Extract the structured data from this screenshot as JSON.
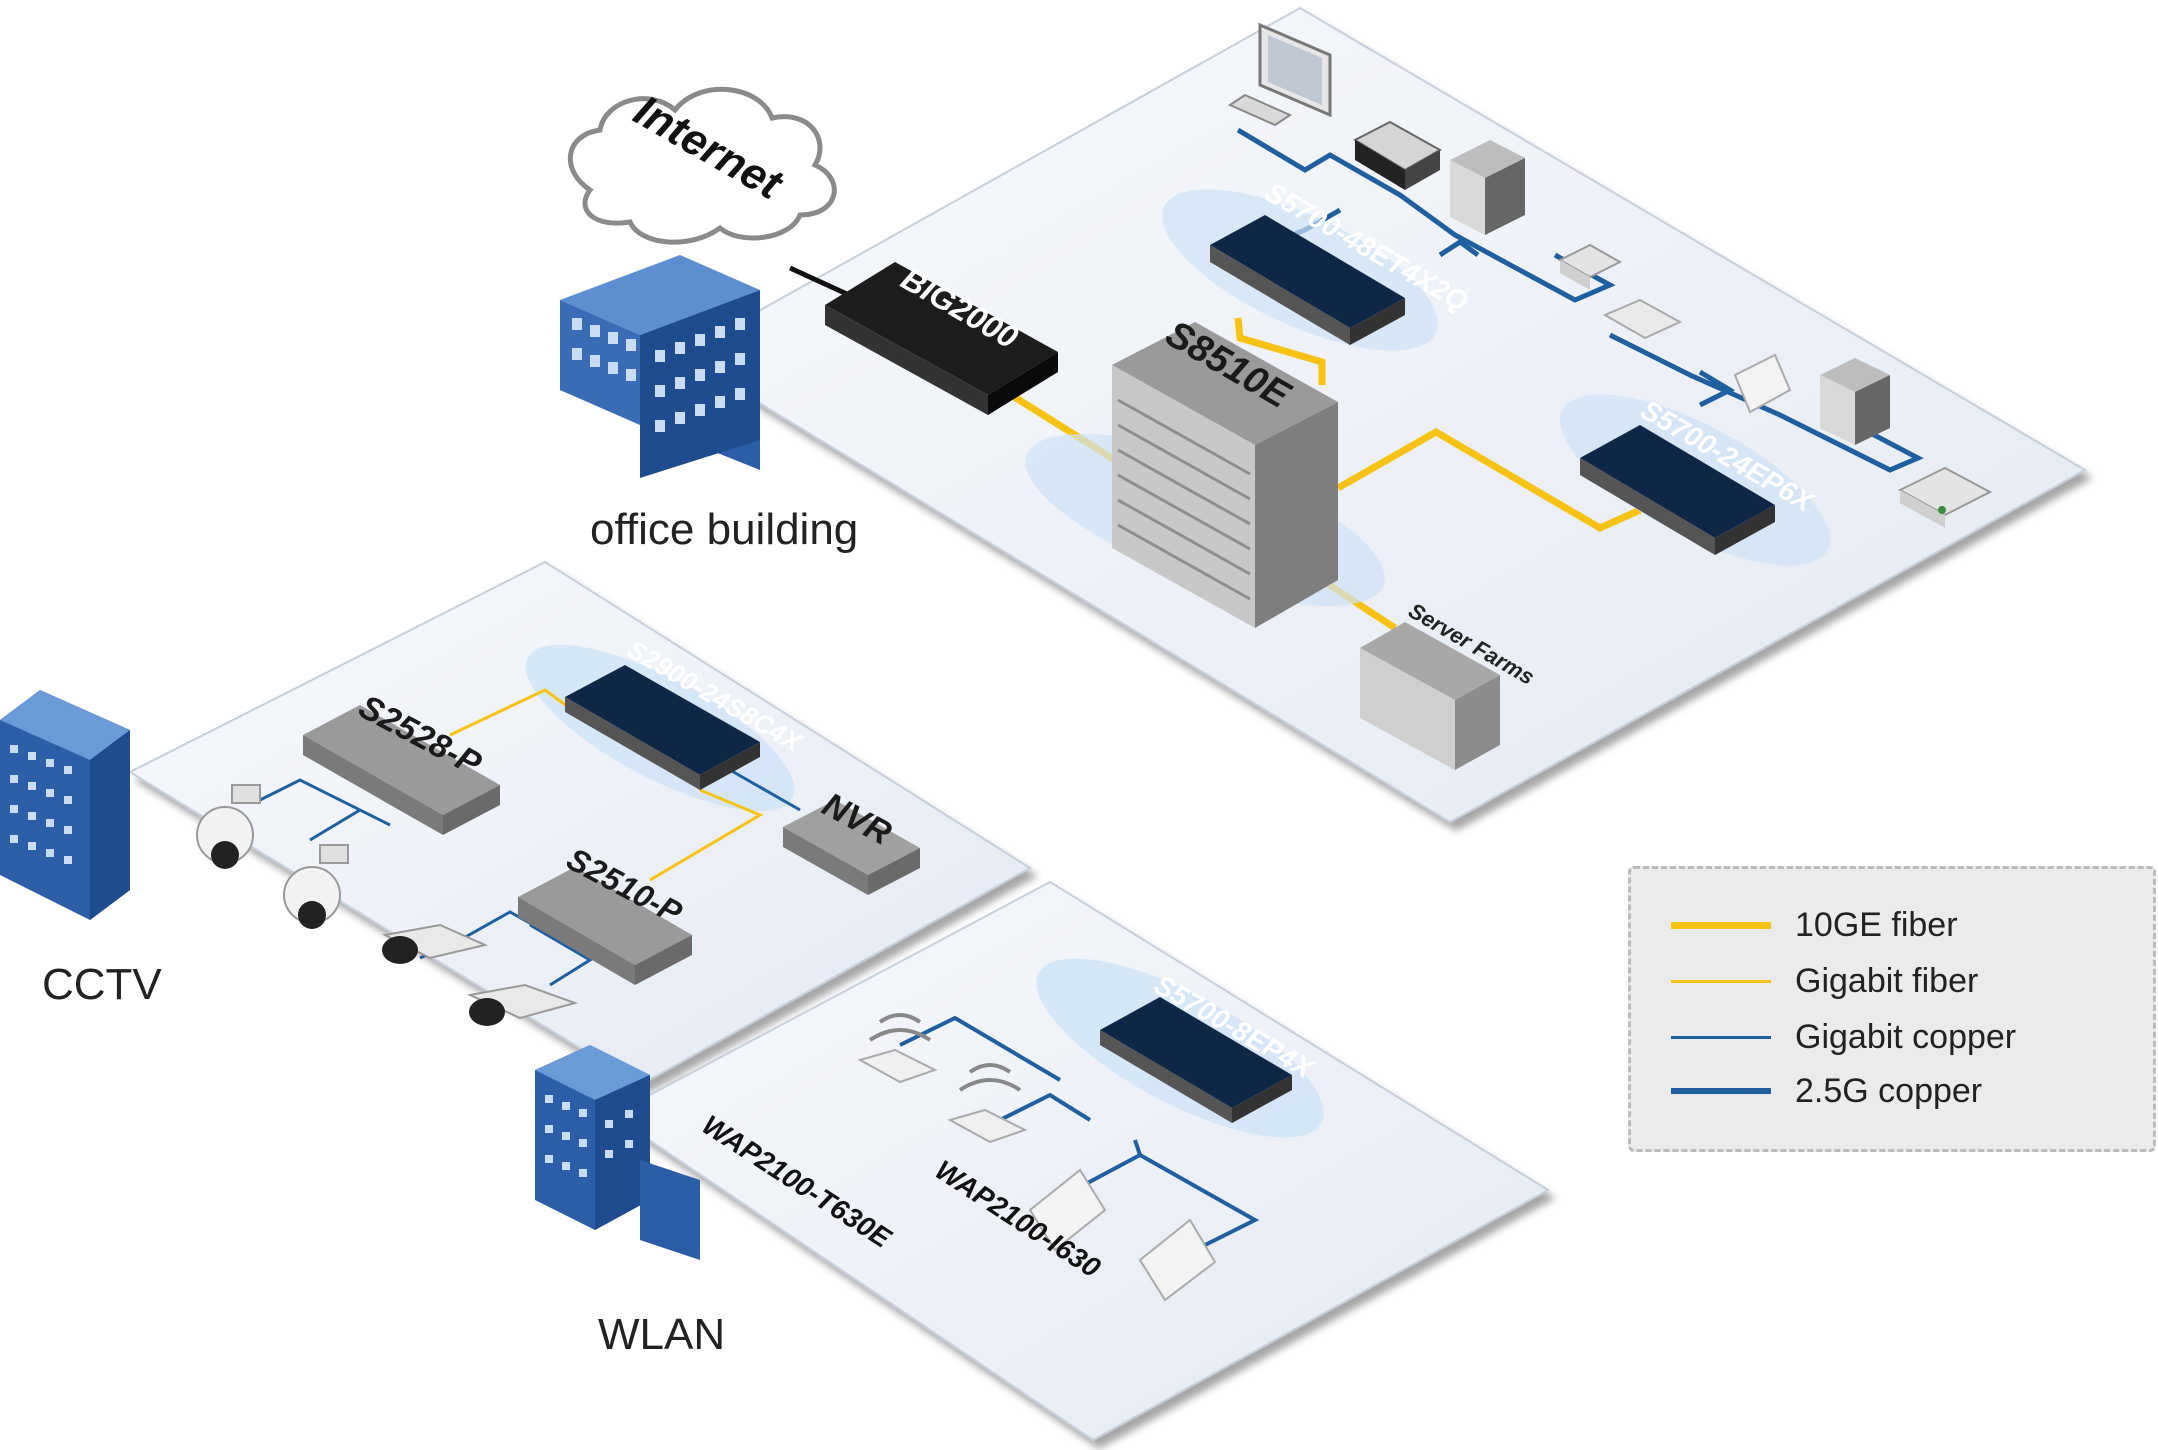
{
  "cloud": {
    "label": "Internet"
  },
  "devices": {
    "router": "BIG2000",
    "core": "S8510E",
    "sw_top": "S5700-48ET4X2Q",
    "sw_right": "S5700-24EP6X",
    "servers": "Server Farms",
    "cctv_agg": "S2900-24S8C4X",
    "cctv_poe1": "S2528-P",
    "cctv_poe2": "S2510-P",
    "nvr": "NVR",
    "wlan_sw": "S5700-8EP4X"
  },
  "wlan_models": [
    "WAP2100-T630E",
    "WAP2100-I630"
  ],
  "labels": {
    "office": "office building",
    "cctv": "CCTV",
    "wlan": "WLAN"
  },
  "legend": [
    {
      "label": "10GE fiber",
      "color": "#f7c211",
      "weight": "thick"
    },
    {
      "label": "Gigabit fiber",
      "color": "#f7c211",
      "weight": "thin"
    },
    {
      "label": "Gigabit copper",
      "color": "#1f5fa0",
      "weight": "thin"
    },
    {
      "label": "2.5G copper",
      "color": "#1f5fa0",
      "weight": "thick"
    }
  ],
  "colors": {
    "fiber": "#f7c211",
    "copper": "#1f5fa0",
    "device_dark": "#0f2747",
    "platform": "#eef1f7"
  }
}
